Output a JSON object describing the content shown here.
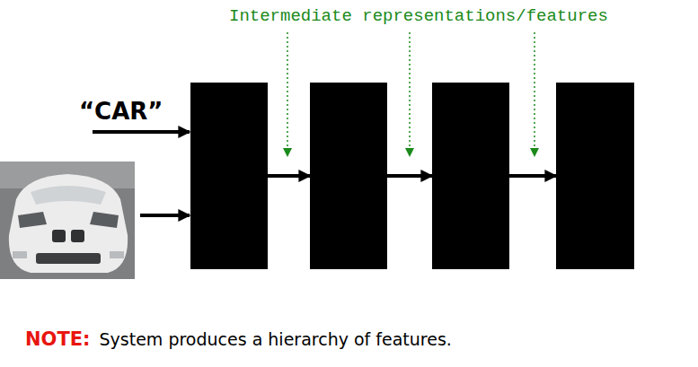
{
  "diagram": {
    "nodes": [
      {
        "text": []
      },
      {
        "text": []
      },
      {
        "text": []
      },
      {
        "text": []
      }
    ],
    "edges": [
      {
        "from": 0,
        "to": 1,
        "arrow": "to"
      },
      {
        "from": 1,
        "to": 2,
        "arrow": "to"
      },
      {
        "from": 2,
        "to": 3,
        "arrow": "to"
      }
    ],
    "labels": [
      "Intermediate representations/features",
      "“CAR”",
      "NOTE:",
      "System produces a hierarchy of features."
    ]
  }
}
